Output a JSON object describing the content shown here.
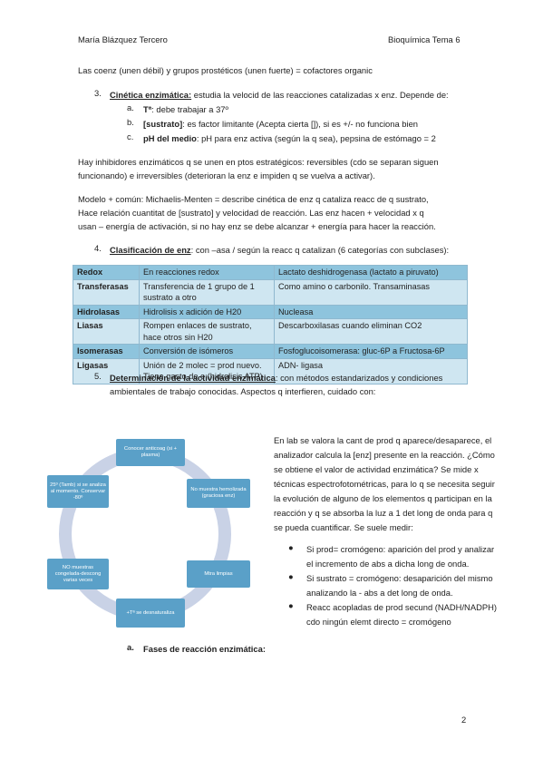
{
  "header": {
    "author": "María Blázquez Tercero",
    "subject": "Bioquímica Tema 6"
  },
  "intro_line": "Las coenz (unen débil) y grupos prostéticos (unen fuerte) = cofactores organic",
  "section3": {
    "number": "3.",
    "title": "Cinética enzimática:",
    "text": " estudia la velocid de las reacciones catalizadas x enz. Depende de:",
    "items": [
      {
        "marker": "a.",
        "bold": "Tª",
        "text": ": debe trabajar a 37º"
      },
      {
        "marker": "b.",
        "bold": "[sustrato]",
        "text": ": es factor limitante (Acepta cierta []), si es +/- no funciona bien"
      },
      {
        "marker": "c.",
        "bold": "pH del medio",
        "text": ": pH para enz activa (según la q sea), pepsina de estómago = 2"
      }
    ]
  },
  "para1": [
    "Hay inhibidores enzimáticos q se unen en ptos estratégicos: reversibles (cdo se separan siguen",
    "funcionando) e irreversibles (deterioran la enz e impiden q se vuelva a activar)."
  ],
  "para2": [
    "Modelo + común: Michaelis-Menten = describe cinética de enz q cataliza reacc de q sustrato,",
    "Hace relación cuantitat de [sustrato] y velocidad de reacción. Las enz hacen + velocidad x q",
    "usan – energía de activación, si no hay enz se debe alcanzar + energía para hacer la reacción."
  ],
  "section4": {
    "number": "4.",
    "title": "Clasificación de enz",
    "text": ": con –asa / según la reacc q catalizan (6 categorías con subclases):"
  },
  "table": [
    [
      "Redox",
      "En reacciones redox",
      "Lactato deshidrogenasa (lactato a piruvato)"
    ],
    [
      "Transferasas",
      "Transferencia de 1 grupo de 1 sustrato a otro",
      "Como amino o carbonilo. Transaminasas"
    ],
    [
      "Hidrolasas",
      "Hidrolisis x adición de H20",
      "Nucleasa"
    ],
    [
      "Liasas",
      "Rompen enlaces de sustrato, hace otros sin H20",
      "Descarboxilasas cuando eliminan CO2"
    ],
    [
      "Isomerasas",
      "Conversión de  isómeros",
      "Fosfoglucoisomerasa: gluc-6P a Fructosa-6P"
    ],
    [
      "Ligasas",
      "Unión de 2 molec = prod nuevo. Tiene gasto de e (hidrolisis ATP)",
      "ADN- ligasa"
    ]
  ],
  "section5": {
    "number": "5.",
    "title": "Determinación de la actividad enzimática",
    "text": ": con métodos estandarizados y condiciones",
    "line2": "ambientales de trabajo conocidas. Aspectos q interfieren, cuidado con:"
  },
  "cycle": [
    "Conocer anticoag (si + plasma)",
    "No muestra hemolizada (graciosa enz)",
    "Mtra limpias",
    "+Tª se desnaturaliza",
    "NO muestras congelada-descong varias veces",
    "25º (Tamb) si se analiza al momento. Conservar -80º"
  ],
  "right_text": [
    "En lab se valora la cant de prod q aparece/desaparece, el",
    "analizador calcula la [enz] presente en la reacción. ¿Cómo",
    "se obtiene el valor de actividad enzimática? Se mide x",
    "técnicas espectrofotométricas, para lo q se necesita seguir",
    "la evolución de alguno de los elementos q participan en la",
    "reacción y q se absorba la luz a 1 det long de onda para q",
    "se pueda cuantificar. Se suele medir:"
  ],
  "bullets": [
    [
      "Si prod= cromógeno: aparición del prod y analizar",
      "el incremento de abs a dicha long de onda."
    ],
    [
      "Si sustrato = cromógeno: desaparición del mismo",
      "analizando la - abs a det long de onda."
    ],
    [
      "Reacc acopladas de prod secund (NADH/NADPH)",
      "cdo ningún elemt directo = cromógeno"
    ]
  ],
  "subsection": {
    "marker": "a.",
    "title": "Fases de reacción enzimática:"
  },
  "page_number": "2"
}
